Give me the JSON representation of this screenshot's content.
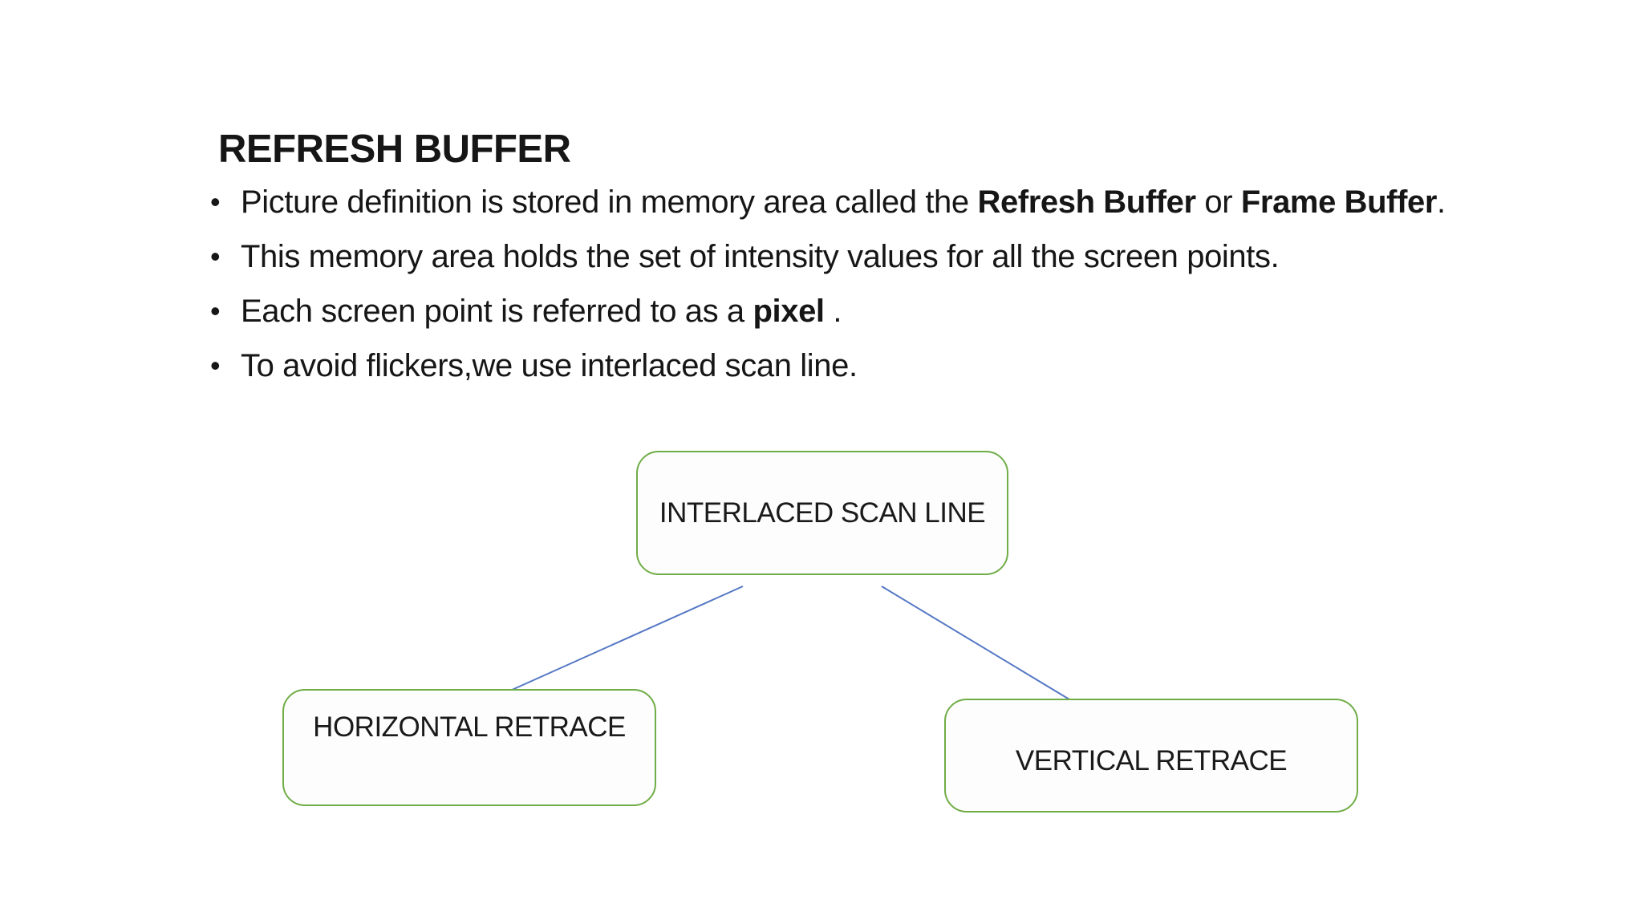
{
  "slide_title": "REFRESH BUFFER",
  "bullets": [
    {
      "segments": [
        {
          "text": "Picture definition is stored in memory area called the ",
          "bold": false
        },
        {
          "text": "Refresh Buffer",
          "bold": true
        },
        {
          "text": " or ",
          "bold": false
        },
        {
          "text": "Frame Buffer",
          "bold": true
        },
        {
          "text": ".",
          "bold": false
        }
      ]
    },
    {
      "segments": [
        {
          "text": "This memory area holds the set of intensity values for all the screen points.",
          "bold": false
        }
      ]
    },
    {
      "segments": [
        {
          "text": "Each screen point is referred to as a ",
          "bold": false
        },
        {
          "text": "pixel",
          "bold": true
        },
        {
          "text": " .",
          "bold": false
        }
      ]
    },
    {
      "segments": [
        {
          "text": "To avoid flickers,we use interlaced scan line.",
          "bold": false
        }
      ]
    }
  ],
  "diagram": {
    "nodes": [
      {
        "label": "INTERLACED SCAN LINE"
      },
      {
        "label": "HORIZONTAL RETRACE"
      },
      {
        "label": "VERTICAL RETRACE"
      }
    ]
  },
  "colors": {
    "node_border_green": "#70AD47",
    "connector_blue": "#5578C4",
    "text_black": "#161616"
  }
}
